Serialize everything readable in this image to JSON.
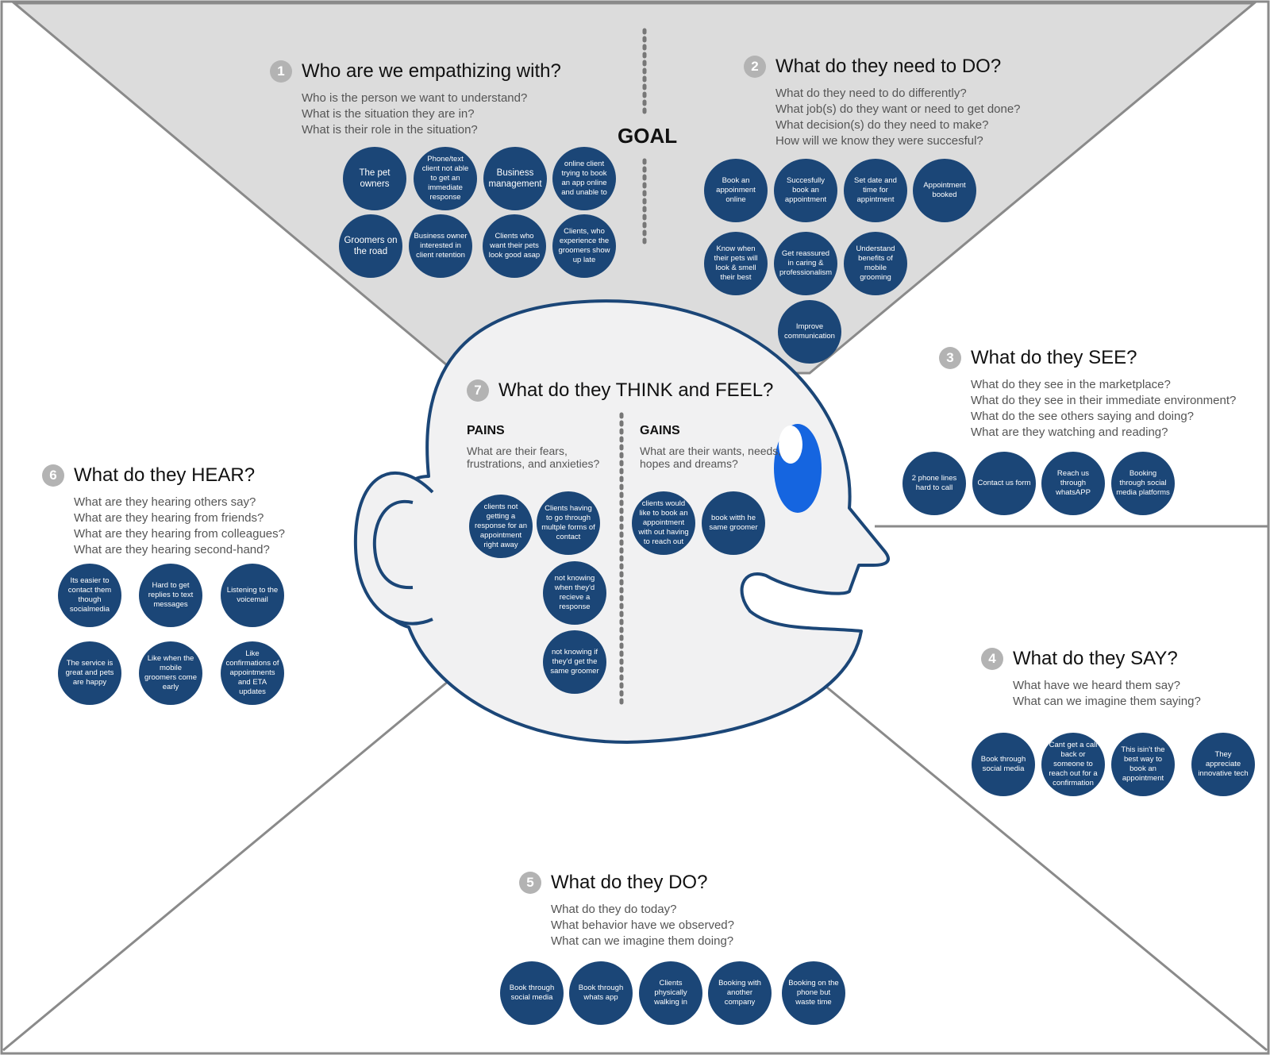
{
  "goal_label": "GOAL",
  "sections": {
    "who": {
      "number": "1",
      "title": "Who are we empathizing with?",
      "questions": [
        "Who is the person we want to understand?",
        "What is the situation they are in?",
        "What is their role in the situation?"
      ],
      "notes": [
        "The pet owners",
        "Phone/text client not able to get an immediate response",
        "Business management",
        "online client trying to book an app online and unable to",
        "Groomers on the road",
        "Business owner interested in client retention",
        "Clients who want their pets look good asap",
        "Clients, who experience the groomers show up late"
      ]
    },
    "need_to_do": {
      "number": "2",
      "title": "What do they need to DO?",
      "questions": [
        "What do they need to do differently?",
        "What job(s) do they want or need to get done?",
        "What decision(s) do they need to make?",
        "How will we know they were succesful?"
      ],
      "notes": [
        "Book an appoinment online",
        "Succesfully book an appointment",
        "Set date and time for appintment",
        "Appointment booked",
        "Know when their pets will look & smell their best",
        "Get reassured in caring & professionalism",
        "Understand benefits of mobile grooming",
        "Improve communication"
      ]
    },
    "see": {
      "number": "3",
      "title": "What do they SEE?",
      "questions": [
        "What do they see in the marketplace?",
        "What do they see in their immediate environment?",
        "What do the see others saying and doing?",
        "What are they watching and reading?"
      ],
      "notes": [
        "2 phone lines hard to call",
        "Contact us form",
        "Reach us through whatsAPP",
        "Booking through social media platforms"
      ]
    },
    "say": {
      "number": "4",
      "title": "What do they SAY?",
      "questions": [
        "What have we heard them say?",
        "What can we imagine them saying?"
      ],
      "notes": [
        "Book through social media",
        "Cant get a call back or someone to reach out for a confirmation",
        "This isin't the best way to book an appointment",
        "They appreciate innovative tech"
      ]
    },
    "do": {
      "number": "5",
      "title": "What do they DO?",
      "questions": [
        "What do they do today?",
        "What behavior have we observed?",
        "What can we imagine them doing?"
      ],
      "notes": [
        "Book through social media",
        "Book through whats app",
        "Clients physically walking in",
        "Booking with another company",
        "Booking on the phone but waste time"
      ]
    },
    "hear": {
      "number": "6",
      "title": "What do they HEAR?",
      "questions": [
        "What are they hearing others say?",
        "What are they hearing from friends?",
        "What are they hearing from colleagues?",
        "What are they hearing second-hand?"
      ],
      "notes": [
        "Its easier to contact them though socialmedia",
        "Hard to get replies to text messages",
        "Listening to the voicemail",
        "The service is great and pets are happy",
        "Like when the mobile groomers come early",
        "Like confirmations of appointments and ETA updates"
      ]
    },
    "think_feel": {
      "number": "7",
      "title": "What do they THINK and FEEL?",
      "pains": {
        "title": "PAINS",
        "question": "What are their fears, frustrations, and anxieties?",
        "notes": [
          "clients not getting a response for an appointment right away",
          "Clients having to go through multple forms of contact",
          "not knowing when they'd recieve a response",
          "not knowing if they'd get the same groomer"
        ]
      },
      "gains": {
        "title": "GAINS",
        "question": "What are their wants, needs, hopes and dreams?",
        "notes": [
          "clients would like to book an appointment with out having to reach out",
          "book witth he same groomer"
        ]
      }
    }
  }
}
